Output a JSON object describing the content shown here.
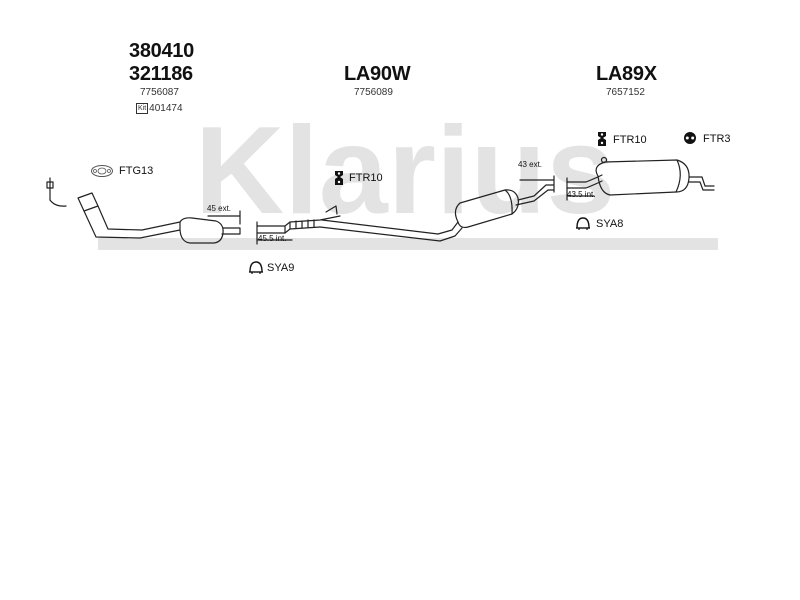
{
  "watermark": {
    "text": "Klarius",
    "color": "#e3e3e3"
  },
  "groups": [
    {
      "main_code": "380410",
      "sub_code": "321186",
      "ref": "7756087",
      "kit_label": "Kit",
      "kit_ref": "401474"
    },
    {
      "main_code": "LA90W",
      "ref": "7756089"
    },
    {
      "main_code": "LA89X",
      "ref": "7657152"
    }
  ],
  "parts": {
    "ftg13": "FTG13",
    "ftr10_mid": "FTR10",
    "ftr10_right": "FTR10",
    "ftr3": "FTR3",
    "sya9": "SYA9",
    "sya8": "SYA8"
  },
  "dimensions": {
    "d45_ext": "45 ext.",
    "d45_5_int": "45.5 int.",
    "d43_ext": "43 ext.",
    "d43_5_int": "43.5 int."
  }
}
